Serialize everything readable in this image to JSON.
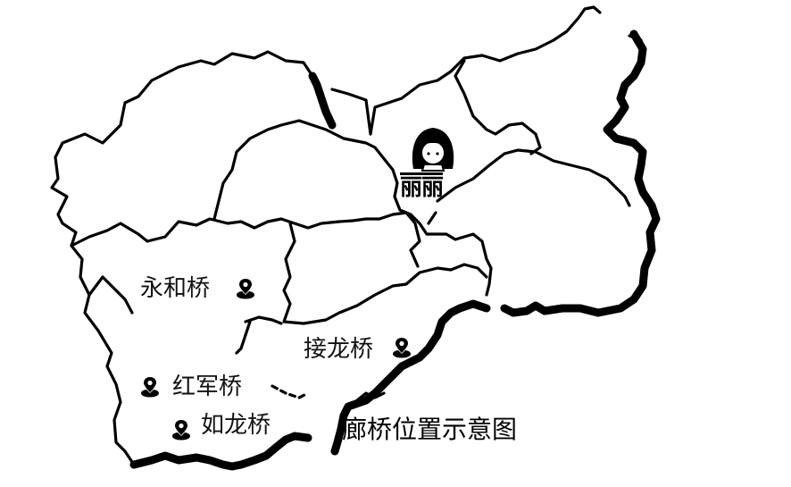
{
  "map": {
    "title": "廊桥位置示意图",
    "background_color": "#ffffff",
    "line_color": "#000000",
    "mascot": {
      "name": "丽丽",
      "icon": "girl-avatar-icon"
    },
    "bridges": [
      {
        "name": "永和桥",
        "icon": "location-pin-icon"
      },
      {
        "name": "接龙桥",
        "icon": "location-pin-icon"
      },
      {
        "name": "红军桥",
        "icon": "location-pin-icon"
      },
      {
        "name": "如龙桥",
        "icon": "location-pin-icon"
      }
    ]
  }
}
